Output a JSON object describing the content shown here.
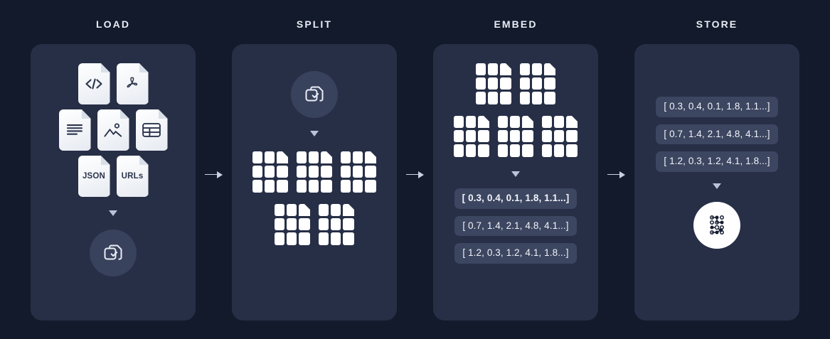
{
  "diagram": {
    "title_sequence": [
      "LOAD",
      "SPLIT",
      "EMBED",
      "STORE"
    ],
    "background_color": "#121a2b",
    "panel_color": "#272f47",
    "accent_color": "#ffffff",
    "connector_arrow": "arrow-right-icon"
  },
  "stages": [
    {
      "label": "LOAD",
      "files": [
        [
          {
            "icon": "code-file-icon",
            "text": ""
          },
          {
            "icon": "pdf-file-icon",
            "text": ""
          }
        ],
        [
          {
            "icon": "text-document-icon",
            "text": ""
          },
          {
            "icon": "image-file-icon",
            "text": ""
          },
          {
            "icon": "spreadsheet-file-icon",
            "text": ""
          }
        ],
        [
          {
            "icon": "json-file-icon",
            "text": "JSON"
          },
          {
            "icon": "urls-file-icon",
            "text": "URLs"
          }
        ]
      ],
      "arrow_down": "triangle-down-icon",
      "badge": "documents-checked-icon"
    },
    {
      "label": "SPLIT",
      "badge": "documents-checked-icon",
      "arrow_down": "triangle-down-icon",
      "chunk_rows": [
        3,
        2
      ]
    },
    {
      "label": "EMBED",
      "chunk_rows": [
        2,
        3
      ],
      "arrow_down": "triangle-down-icon",
      "vectors": [
        "[ 0.3, 0.4, 0.1, 1.8, 1.1...]",
        "[ 0.7, 1.4, 2.1, 4.8, 4.1...]",
        "[ 1.2, 0.3, 1.2, 4.1, 1.8...]"
      ]
    },
    {
      "label": "STORE",
      "vectors": [
        "[ 0.3, 0.4, 0.1, 1.8, 1.1...]",
        "[ 0.7, 1.4, 2.1, 4.8, 4.1...]",
        "[ 1.2, 0.3, 1.2, 4.1, 1.8...]"
      ],
      "arrow_down": "triangle-down-icon",
      "badge": "vector-database-icon"
    }
  ]
}
